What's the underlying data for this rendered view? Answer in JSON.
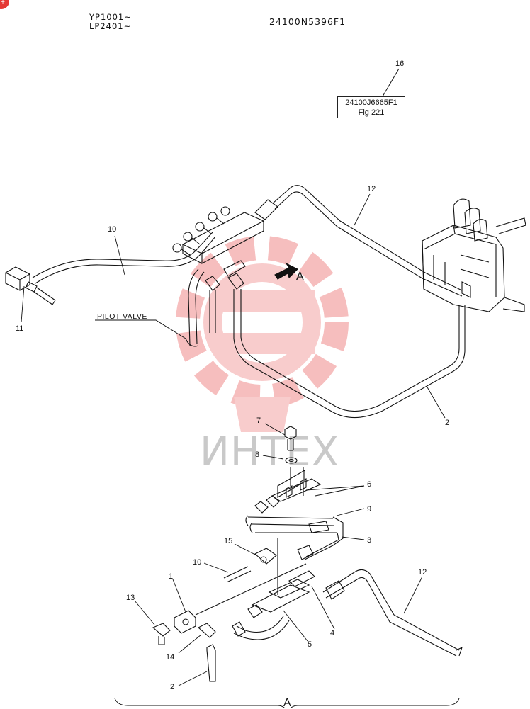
{
  "header": {
    "serial_1": "YP1001~",
    "serial_2": "LP2401~",
    "drawing_number": "24100N5396F1"
  },
  "reference": {
    "item": "16",
    "part": "24100J6665F1",
    "fig": "Fig 221"
  },
  "labels": {
    "pilot_valve": "PILOT VALVE",
    "view_arrow": "A",
    "view_bracket": "A"
  },
  "watermark": {
    "text": "ИНТЕХ",
    "color": "#e8222a"
  },
  "callouts": {
    "c12_top": "12",
    "c10_top": "10",
    "c11": "11",
    "c2_top": "2",
    "c7": "7",
    "c8": "8",
    "c6": "6",
    "c9": "9",
    "c15": "15",
    "c3": "3",
    "c10_low": "10",
    "c1": "1",
    "c12_low": "12",
    "c13": "13",
    "c4": "4",
    "c5": "5",
    "c14": "14",
    "c2_low": "2"
  },
  "colors": {
    "line": "#111111",
    "watermark": "#e8222a"
  }
}
